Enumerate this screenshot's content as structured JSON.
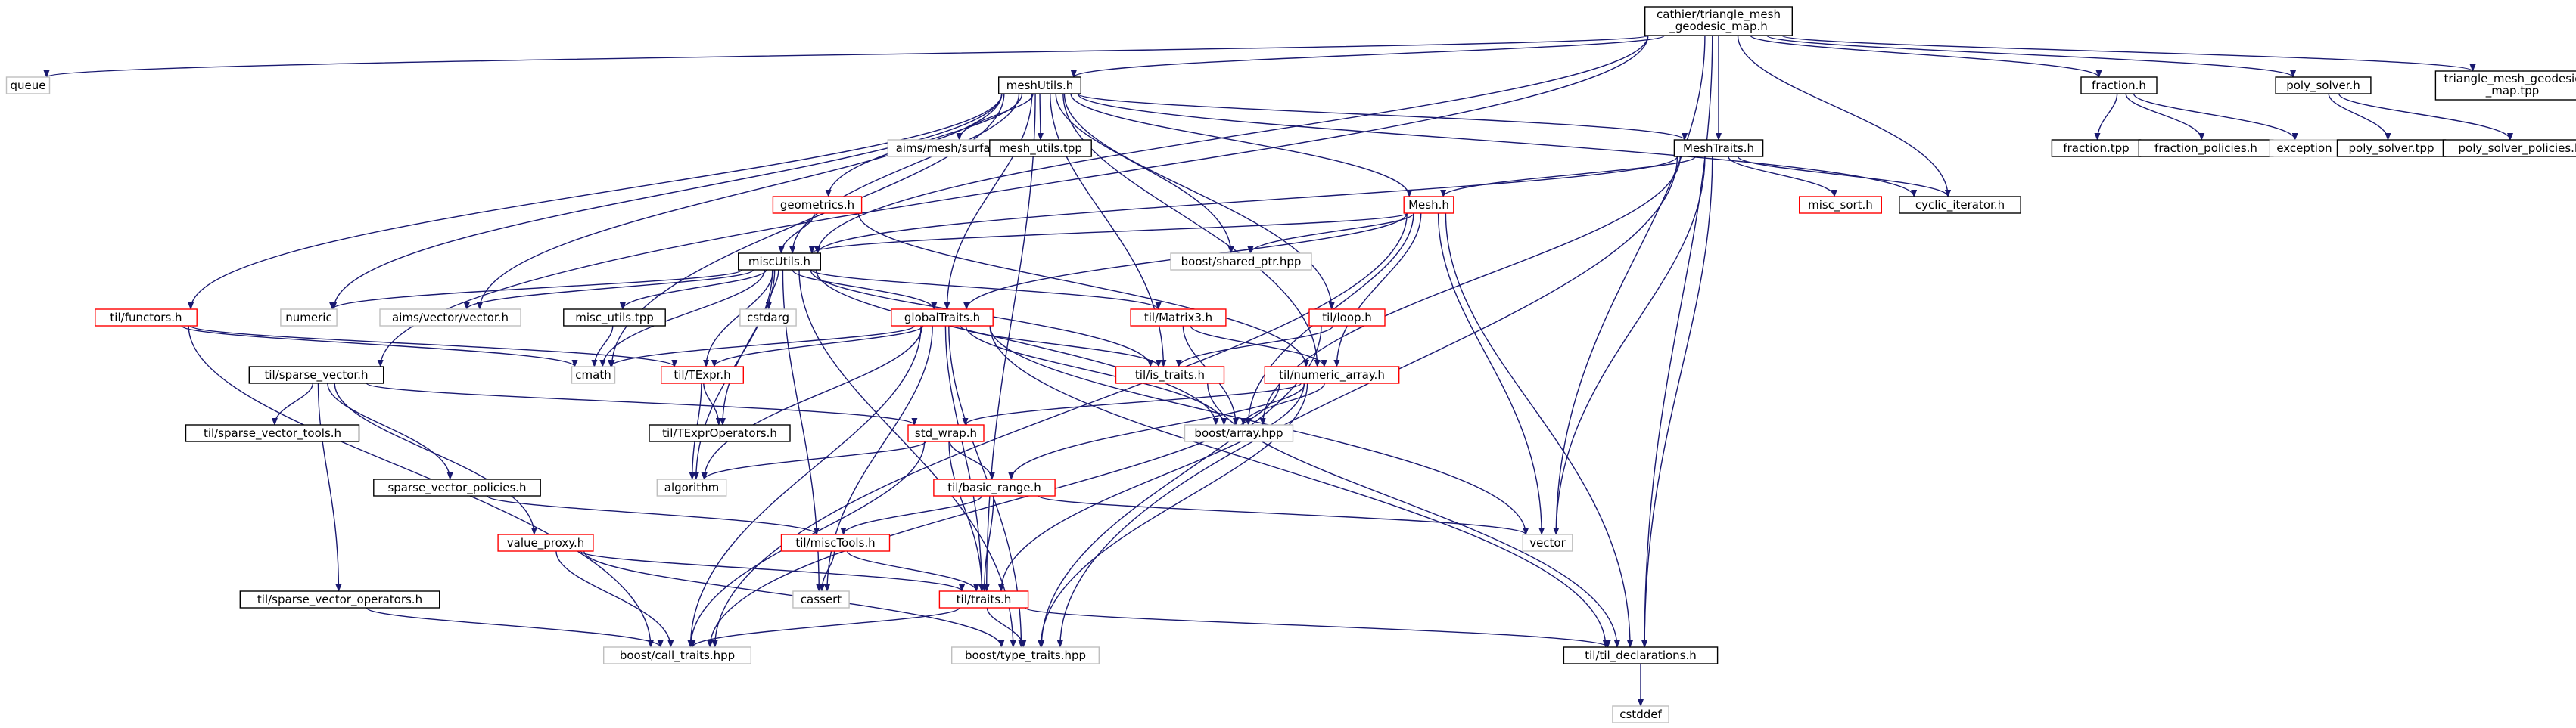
{
  "colors": {
    "edge": "#191970",
    "normal": "#000000",
    "red": "#ff0000",
    "external": "#bfbfbf",
    "root_fill": "#bfbfbf"
  },
  "nodes": {
    "root": {
      "lines": [
        "cathier/triangle_mesh",
        "_geodesic_map.h"
      ],
      "style": "root"
    },
    "queue": {
      "lines": [
        "queue"
      ],
      "style": "external"
    },
    "meshUtils": {
      "lines": [
        "meshUtils.h"
      ],
      "style": "normal"
    },
    "fraction": {
      "lines": [
        "fraction.h"
      ],
      "style": "normal"
    },
    "poly_solver": {
      "lines": [
        "poly_solver.h"
      ],
      "style": "normal"
    },
    "tmgm_tpp": {
      "lines": [
        "triangle_mesh_geodesic",
        "_map.tpp"
      ],
      "style": "normal"
    },
    "aims_surface": {
      "lines": [
        "aims/mesh/surface.h"
      ],
      "style": "external"
    },
    "mesh_utils_tpp": {
      "lines": [
        "mesh_utils.tpp"
      ],
      "style": "normal"
    },
    "MeshTraits": {
      "lines": [
        "MeshTraits.h"
      ],
      "style": "normal"
    },
    "fraction_tpp": {
      "lines": [
        "fraction.tpp"
      ],
      "style": "normal"
    },
    "fraction_policies": {
      "lines": [
        "fraction_policies.h"
      ],
      "style": "normal"
    },
    "exception": {
      "lines": [
        "exception"
      ],
      "style": "external"
    },
    "poly_solver_tpp": {
      "lines": [
        "poly_solver.tpp"
      ],
      "style": "normal"
    },
    "poly_solver_policies": {
      "lines": [
        "poly_solver_policies.h"
      ],
      "style": "normal"
    },
    "geometrics": {
      "lines": [
        "geometrics.h"
      ],
      "style": "red"
    },
    "Mesh": {
      "lines": [
        "Mesh.h"
      ],
      "style": "red"
    },
    "misc_sort": {
      "lines": [
        "misc_sort.h"
      ],
      "style": "red"
    },
    "cyclic_iterator": {
      "lines": [
        "cyclic_iterator.h"
      ],
      "style": "normal"
    },
    "boost_shared_ptr": {
      "lines": [
        "boost/shared_ptr.hpp"
      ],
      "style": "external"
    },
    "miscUtils": {
      "lines": [
        "miscUtils.h"
      ],
      "style": "normal"
    },
    "til_functors": {
      "lines": [
        "til/functors.h"
      ],
      "style": "red"
    },
    "numeric": {
      "lines": [
        "numeric"
      ],
      "style": "external"
    },
    "aims_vector": {
      "lines": [
        "aims/vector/vector.h"
      ],
      "style": "external"
    },
    "misc_utils_tpp": {
      "lines": [
        "misc_utils.tpp"
      ],
      "style": "normal"
    },
    "cstdarg": {
      "lines": [
        "cstdarg"
      ],
      "style": "external"
    },
    "globalTraits": {
      "lines": [
        "globalTraits.h"
      ],
      "style": "red"
    },
    "til_Matrix3": {
      "lines": [
        "til/Matrix3.h"
      ],
      "style": "red"
    },
    "til_loop": {
      "lines": [
        "til/loop.h"
      ],
      "style": "red"
    },
    "til_sparse_vector": {
      "lines": [
        "til/sparse_vector.h"
      ],
      "style": "normal"
    },
    "cmath": {
      "lines": [
        "cmath"
      ],
      "style": "external"
    },
    "til_TExpr": {
      "lines": [
        "til/TExpr.h"
      ],
      "style": "red"
    },
    "til_is_traits": {
      "lines": [
        "til/is_traits.h"
      ],
      "style": "red"
    },
    "til_numeric_array": {
      "lines": [
        "til/numeric_array.h"
      ],
      "style": "red"
    },
    "til_sparse_vector_tools": {
      "lines": [
        "til/sparse_vector_tools.h"
      ],
      "style": "normal"
    },
    "til_TExprOperators": {
      "lines": [
        "til/TExprOperators.h"
      ],
      "style": "normal"
    },
    "std_wrap": {
      "lines": [
        "std_wrap.h"
      ],
      "style": "red"
    },
    "boost_array": {
      "lines": [
        "boost/array.hpp"
      ],
      "style": "external"
    },
    "algorithm": {
      "lines": [
        "algorithm"
      ],
      "style": "external"
    },
    "sparse_vector_policies": {
      "lines": [
        "sparse_vector_policies.h"
      ],
      "style": "normal"
    },
    "til_basic_range": {
      "lines": [
        "til/basic_range.h"
      ],
      "style": "red"
    },
    "value_proxy": {
      "lines": [
        "value_proxy.h"
      ],
      "style": "red"
    },
    "til_miscTools": {
      "lines": [
        "til/miscTools.h"
      ],
      "style": "red"
    },
    "vector": {
      "lines": [
        "vector"
      ],
      "style": "external"
    },
    "cassert": {
      "lines": [
        "cassert"
      ],
      "style": "external"
    },
    "til_sparse_vector_operators": {
      "lines": [
        "til/sparse_vector_operators.h"
      ],
      "style": "normal"
    },
    "til_traits": {
      "lines": [
        "til/traits.h"
      ],
      "style": "red"
    },
    "boost_call_traits": {
      "lines": [
        "boost/call_traits.hpp"
      ],
      "style": "external"
    },
    "boost_type_traits": {
      "lines": [
        "boost/type_traits.hpp"
      ],
      "style": "external"
    },
    "til_declarations": {
      "lines": [
        "til/til_declarations.h"
      ],
      "style": "normal"
    },
    "cstddef": {
      "lines": [
        "cstddef"
      ],
      "style": "external"
    }
  },
  "edges": [
    [
      "root",
      "queue"
    ],
    [
      "root",
      "meshUtils"
    ],
    [
      "root",
      "fraction"
    ],
    [
      "root",
      "poly_solver"
    ],
    [
      "root",
      "tmgm_tpp"
    ],
    [
      "root",
      "MeshTraits"
    ],
    [
      "root",
      "cyclic_iterator"
    ],
    [
      "root",
      "miscUtils"
    ],
    [
      "root",
      "til_sparse_vector"
    ],
    [
      "root",
      "vector"
    ],
    [
      "root",
      "til_declarations"
    ],
    [
      "meshUtils",
      "aims_surface"
    ],
    [
      "meshUtils",
      "mesh_utils_tpp"
    ],
    [
      "meshUtils",
      "MeshTraits"
    ],
    [
      "meshUtils",
      "geometrics"
    ],
    [
      "meshUtils",
      "Mesh"
    ],
    [
      "meshUtils",
      "cyclic_iterator"
    ],
    [
      "meshUtils",
      "boost_shared_ptr"
    ],
    [
      "meshUtils",
      "miscUtils"
    ],
    [
      "meshUtils",
      "til_functors"
    ],
    [
      "meshUtils",
      "numeric"
    ],
    [
      "meshUtils",
      "aims_vector"
    ],
    [
      "meshUtils",
      "globalTraits"
    ],
    [
      "meshUtils",
      "til_loop"
    ],
    [
      "meshUtils",
      "cmath"
    ],
    [
      "meshUtils",
      "til_is_traits"
    ],
    [
      "meshUtils",
      "til_numeric_array"
    ],
    [
      "meshUtils",
      "til_traits"
    ],
    [
      "fraction",
      "fraction_tpp"
    ],
    [
      "fraction",
      "fraction_policies"
    ],
    [
      "fraction",
      "exception"
    ],
    [
      "poly_solver",
      "poly_solver_tpp"
    ],
    [
      "poly_solver",
      "poly_solver_policies"
    ],
    [
      "MeshTraits",
      "Mesh"
    ],
    [
      "MeshTraits",
      "misc_sort"
    ],
    [
      "MeshTraits",
      "cyclic_iterator"
    ],
    [
      "MeshTraits",
      "miscUtils"
    ],
    [
      "MeshTraits",
      "boost_array"
    ],
    [
      "MeshTraits",
      "vector"
    ],
    [
      "MeshTraits",
      "boost_type_traits"
    ],
    [
      "MeshTraits",
      "til_declarations"
    ],
    [
      "geometrics",
      "miscUtils"
    ],
    [
      "geometrics",
      "til_numeric_array"
    ],
    [
      "Mesh",
      "boost_shared_ptr"
    ],
    [
      "Mesh",
      "miscUtils"
    ],
    [
      "Mesh",
      "globalTraits"
    ],
    [
      "Mesh",
      "til_numeric_array"
    ],
    [
      "Mesh",
      "boost_array"
    ],
    [
      "Mesh",
      "vector"
    ],
    [
      "Mesh",
      "boost_call_traits"
    ],
    [
      "Mesh",
      "til_declarations"
    ],
    [
      "miscUtils",
      "numeric"
    ],
    [
      "miscUtils",
      "aims_vector"
    ],
    [
      "miscUtils",
      "misc_utils_tpp"
    ],
    [
      "miscUtils",
      "cstdarg"
    ],
    [
      "miscUtils",
      "globalTraits"
    ],
    [
      "miscUtils",
      "til_Matrix3"
    ],
    [
      "miscUtils",
      "cmath"
    ],
    [
      "miscUtils",
      "til_TExpr"
    ],
    [
      "miscUtils",
      "til_is_traits"
    ],
    [
      "miscUtils",
      "til_TExprOperators"
    ],
    [
      "miscUtils",
      "boost_array"
    ],
    [
      "miscUtils",
      "algorithm"
    ],
    [
      "miscUtils",
      "cassert"
    ],
    [
      "miscUtils",
      "boost_type_traits"
    ],
    [
      "til_functors",
      "cmath"
    ],
    [
      "til_functors",
      "til_TExpr"
    ],
    [
      "til_functors",
      "boost_call_traits"
    ],
    [
      "misc_utils_tpp",
      "cmath"
    ],
    [
      "globalTraits",
      "cmath"
    ],
    [
      "globalTraits",
      "til_TExpr"
    ],
    [
      "globalTraits",
      "til_is_traits"
    ],
    [
      "globalTraits",
      "boost_array"
    ],
    [
      "globalTraits",
      "algorithm"
    ],
    [
      "globalTraits",
      "vector"
    ],
    [
      "globalTraits",
      "cassert"
    ],
    [
      "globalTraits",
      "til_traits"
    ],
    [
      "globalTraits",
      "boost_call_traits"
    ],
    [
      "globalTraits",
      "boost_type_traits"
    ],
    [
      "globalTraits",
      "til_declarations"
    ],
    [
      "til_Matrix3",
      "til_numeric_array"
    ],
    [
      "til_Matrix3",
      "boost_array"
    ],
    [
      "til_loop",
      "til_is_traits"
    ],
    [
      "til_loop",
      "boost_type_traits"
    ],
    [
      "til_sparse_vector",
      "til_sparse_vector_tools"
    ],
    [
      "til_sparse_vector",
      "sparse_vector_policies"
    ],
    [
      "til_sparse_vector",
      "value_proxy"
    ],
    [
      "til_sparse_vector",
      "til_sparse_vector_operators"
    ],
    [
      "til_sparse_vector",
      "std_wrap"
    ],
    [
      "til_TExpr",
      "til_TExprOperators"
    ],
    [
      "til_TExpr",
      "algorithm"
    ],
    [
      "til_is_traits",
      "til_declarations"
    ],
    [
      "til_numeric_array",
      "std_wrap"
    ],
    [
      "til_numeric_array",
      "boost_array"
    ],
    [
      "til_numeric_array",
      "til_basic_range"
    ],
    [
      "til_numeric_array",
      "til_traits"
    ],
    [
      "til_numeric_array",
      "boost_call_traits"
    ],
    [
      "til_numeric_array",
      "boost_type_traits"
    ],
    [
      "std_wrap",
      "algorithm"
    ],
    [
      "std_wrap",
      "til_basic_range"
    ],
    [
      "std_wrap",
      "til_traits"
    ],
    [
      "std_wrap",
      "boost_call_traits"
    ],
    [
      "sparse_vector_policies",
      "til_miscTools"
    ],
    [
      "til_basic_range",
      "til_miscTools"
    ],
    [
      "til_basic_range",
      "vector"
    ],
    [
      "til_basic_range",
      "til_traits"
    ],
    [
      "value_proxy",
      "til_traits"
    ],
    [
      "value_proxy",
      "boost_call_traits"
    ],
    [
      "value_proxy",
      "boost_type_traits"
    ],
    [
      "til_miscTools",
      "cassert"
    ],
    [
      "til_miscTools",
      "til_traits"
    ],
    [
      "til_sparse_vector_operators",
      "boost_call_traits"
    ],
    [
      "til_traits",
      "boost_call_traits"
    ],
    [
      "til_traits",
      "boost_type_traits"
    ],
    [
      "til_traits",
      "til_declarations"
    ],
    [
      "til_declarations",
      "cstddef"
    ]
  ]
}
